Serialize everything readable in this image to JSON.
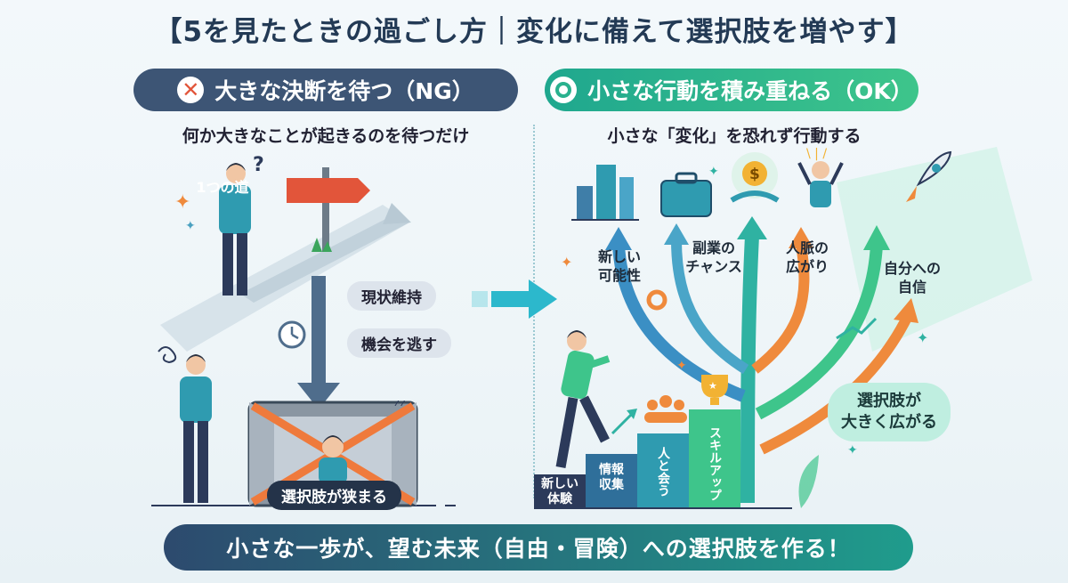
{
  "title": "【5を見たときの過ごし方｜変化に備えて選択肢を増やす】",
  "left": {
    "header": "大きな決断を待つ（NG）",
    "subtitle": "何か大きなことが起きるのを待つだけ",
    "sign": "1つの道",
    "tags": [
      "現状維持",
      "機会を逃す"
    ],
    "result": "選択肢が狭まる"
  },
  "right": {
    "header": "小さな行動を積み重ねる（OK）",
    "subtitle": "小さな「変化」を恐れず行動する",
    "branches": [
      {
        "lines": [
          "新しい",
          "可能性"
        ]
      },
      {
        "lines": [
          "副業の",
          "チャンス"
        ]
      },
      {
        "lines": [
          "人脈の",
          "広がり"
        ]
      },
      {
        "lines": [
          "自分への",
          "自信"
        ]
      }
    ],
    "steps": [
      {
        "lines": [
          "新しい",
          "体験"
        ]
      },
      {
        "lines": [
          "情報",
          "収集"
        ]
      },
      {
        "lines": [
          "人と会う"
        ]
      },
      {
        "lines": [
          "スキルアップ"
        ]
      }
    ],
    "bubble": [
      "選択肢が",
      "大きく広がる"
    ]
  },
  "footer": "小さな一歩が、望む未来（自由・冒険）への選択肢を作る！",
  "colors": {
    "navy": "#3d5575",
    "teal": "#1fa78e",
    "orange": "#ef8a3c",
    "red": "#e2553a"
  }
}
